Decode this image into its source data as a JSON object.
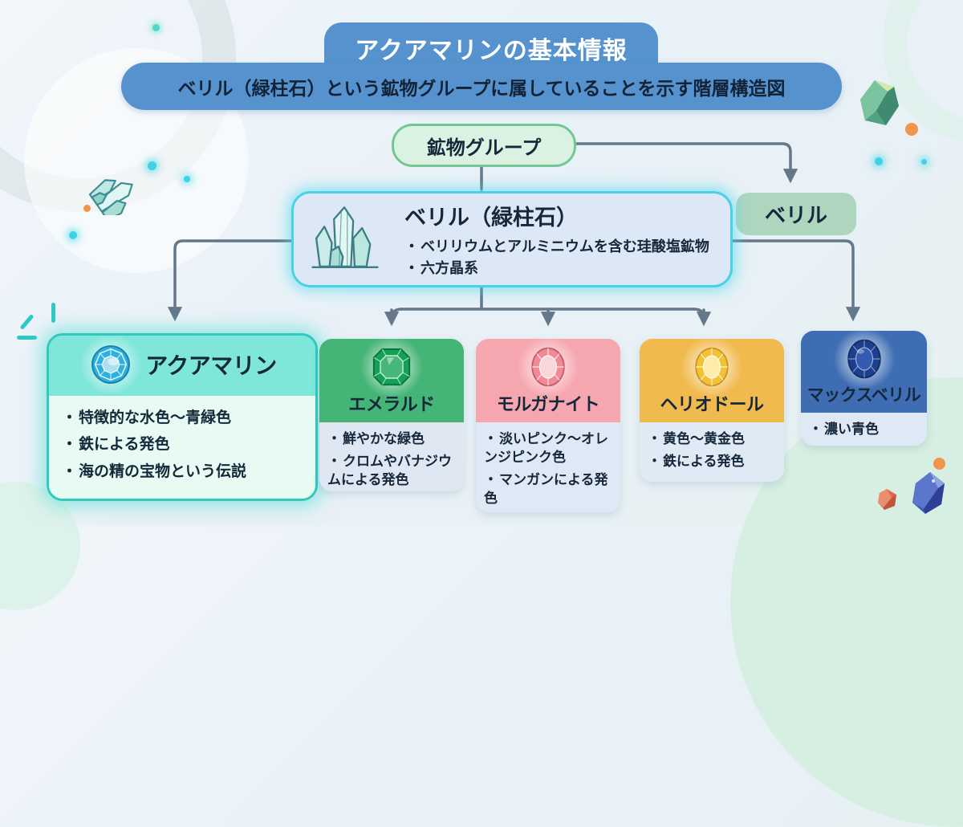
{
  "banner": {
    "title": "アクアマリンの基本情報",
    "subtitle": "ベリル（緑柱石）という鉱物グループに属していることを示す階層構造図"
  },
  "nodes": {
    "mineral_group": {
      "label": "鉱物グループ"
    },
    "beryl_main": {
      "title": "ベリル（緑柱石）",
      "bullets": [
        "ベリリウムとアルミニウムを含む珪酸塩鉱物",
        "六方晶系"
      ]
    },
    "beryl_pill": {
      "label": "ベリル"
    }
  },
  "gems": [
    {
      "name": "アクアマリン",
      "bullets": [
        "特徴的な水色〜青緑色",
        "鉄による発色",
        "海の精の宝物という伝説"
      ],
      "header_color": "#7fe6da",
      "body_color": "#e7fbf3",
      "border_color": "#2fc9bd",
      "gem_color": "#2bb1dc"
    },
    {
      "name": "エメラルド",
      "bullets": [
        "鮮やかな緑色",
        "クロムやバナジウムによる発色"
      ],
      "header_color": "#45b577",
      "body_color": "#dfe7f3",
      "gem_color": "#12a256"
    },
    {
      "name": "モルガナイト",
      "bullets": [
        "淡いピンク〜オレンジピンク色",
        "マンガンによる発色"
      ],
      "header_color": "#f6a6ae",
      "body_color": "#dfe9f5",
      "gem_color": "#f08a96"
    },
    {
      "name": "ヘリオドール",
      "bullets": [
        "黄色〜黄金色",
        "鉄による発色"
      ],
      "header_color": "#f1ba4e",
      "body_color": "#e0eaf5",
      "gem_color": "#f2c232"
    },
    {
      "name": "マックスベリル",
      "bullets": [
        "濃い青色"
      ],
      "header_color": "#3e6db3",
      "body_color": "#dfe9f5",
      "gem_color": "#1c3f8f"
    }
  ],
  "colors": {
    "connector": "#64788a",
    "banner_blue": "#5693ce",
    "beryl_border_glow": "#49d2e6"
  }
}
